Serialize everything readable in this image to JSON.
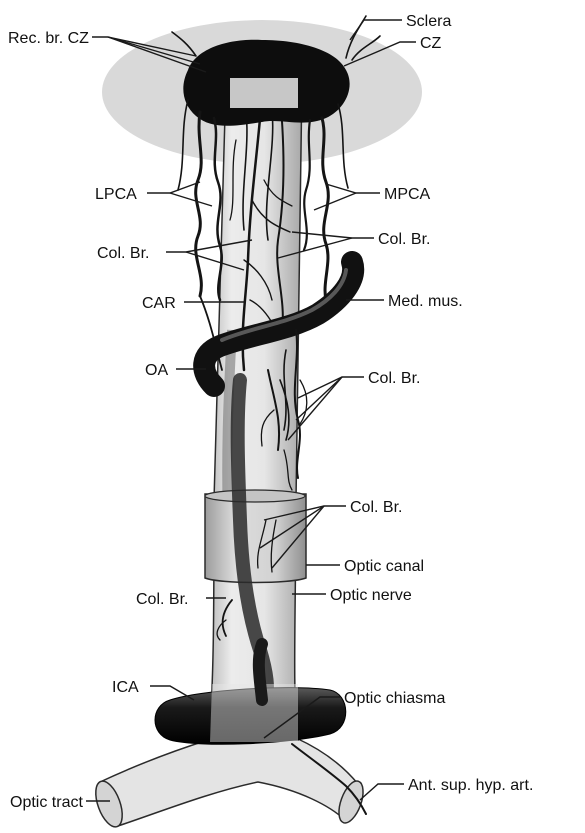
{
  "labels": {
    "sclera": "Sclera",
    "rec_br_cz": "Rec. br. CZ",
    "cz": "CZ",
    "lpca": "LPCA",
    "mpca": "MPCA",
    "col_br_1": "Col. Br.",
    "col_br_2": "Col. Br.",
    "car": "CAR",
    "med_mus": "Med. mus.",
    "oa": "OA",
    "col_br_3": "Col. Br.",
    "col_br_4": "Col. Br.",
    "optic_canal": "Optic canal",
    "col_br_5": "Col. Br.",
    "optic_nerve": "Optic nerve",
    "ica": "ICA",
    "optic_chiasma": "Optic chiasma",
    "optic_tract": "Optic tract",
    "ant_sup_hyp_art": "Ant. sup. hyp. art."
  },
  "colors": {
    "sclera": "#d9d9d9",
    "nerve": "#e2e2e2",
    "vessel": "#141414",
    "outline": "#2b2b2b"
  }
}
